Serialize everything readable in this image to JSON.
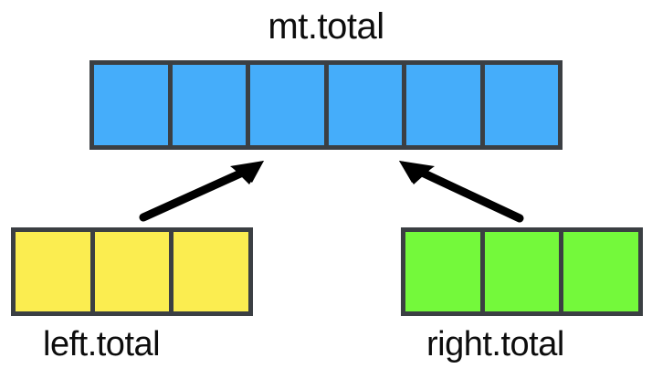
{
  "diagram": {
    "title_label": "mt.total",
    "background_color": "#ffffff",
    "border_color": "#3b3f43",
    "arrow_color": "#000000",
    "text_color": "#0d0d0d",
    "arrays": [
      {
        "id": "mt-total",
        "label": "mt.total",
        "label_position": "above",
        "cell_count": 6,
        "fill_color": "#45adfa"
      },
      {
        "id": "left-total",
        "label": "left.total",
        "label_position": "below",
        "cell_count": 3,
        "fill_color": "#fbed50"
      },
      {
        "id": "right-total",
        "label": "right.total",
        "label_position": "below",
        "cell_count": 3,
        "fill_color": "#74f93b"
      }
    ],
    "arrows": [
      {
        "id": "left-to-mt",
        "from": "left.total",
        "to": "mt.total",
        "direction": "up-right"
      },
      {
        "id": "right-to-mt",
        "from": "right.total",
        "to": "mt.total",
        "direction": "up-left"
      }
    ]
  }
}
